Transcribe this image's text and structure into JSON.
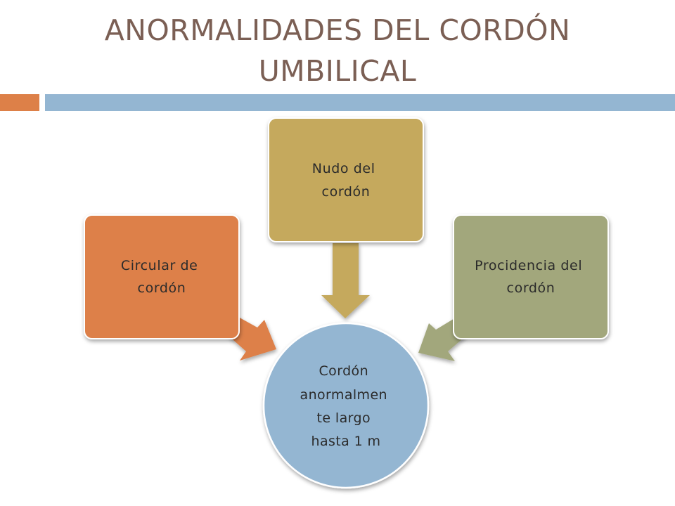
{
  "slide": {
    "title_line1": "ANORMALIDADES DEL CORDÓN",
    "title_line2": "UMBILICAL"
  },
  "diagram": {
    "center": {
      "lines": [
        "Cordón",
        "anormalmen",
        "te largo",
        "hasta 1 m"
      ]
    },
    "satellites": [
      {
        "lines": [
          "Circular de",
          "cordón"
        ],
        "color": "#dd8048"
      },
      {
        "lines": [
          "Nudo del",
          "cordón"
        ],
        "color": "#c5a95d"
      },
      {
        "lines": [
          "Procidencia del",
          "cordón"
        ],
        "color": "#a2a77b"
      }
    ],
    "center_color": "#94b6d2"
  },
  "colors": {
    "title": "#7b5f54",
    "accent_bar": "#dd8048",
    "main_bar": "#94b6d2",
    "text": "#2b2b2b"
  }
}
